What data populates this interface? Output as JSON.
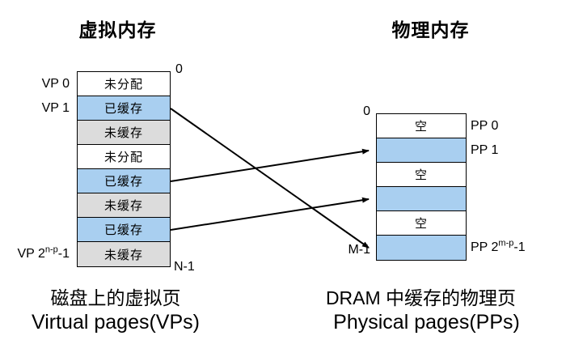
{
  "virtual": {
    "title": "虚拟内存",
    "addr_top": "0",
    "addr_bottom": "N-1",
    "row_labels": {
      "vp0": "VP 0",
      "vp1": "VP 1",
      "vp_last": {
        "prefix": "VP 2",
        "sup": "n-p",
        "suffix": "-1"
      }
    },
    "rows": [
      {
        "text": "未分配",
        "state": "unallocated"
      },
      {
        "text": "已缓存",
        "state": "cached"
      },
      {
        "text": "未缓存",
        "state": "uncached"
      },
      {
        "text": "未分配",
        "state": "unallocated"
      },
      {
        "text": "已缓存",
        "state": "cached"
      },
      {
        "text": "未缓存",
        "state": "uncached"
      },
      {
        "text": "已缓存",
        "state": "cached"
      },
      {
        "text": "未缓存",
        "state": "uncached"
      }
    ],
    "caption_cn": "磁盘上的虚拟页",
    "caption_en": "Virtual pages(VPs)"
  },
  "physical": {
    "title": "物理内存",
    "addr_top": "0",
    "addr_bottom": "M-1",
    "row_labels": {
      "pp0": "PP 0",
      "pp1": "PP 1",
      "pp_last": {
        "prefix": "PP 2",
        "sup": "m-p",
        "suffix": "-1"
      }
    },
    "rows": [
      {
        "text": "空",
        "state": "empty"
      },
      {
        "text": "",
        "state": "cached"
      },
      {
        "text": "空",
        "state": "empty"
      },
      {
        "text": "",
        "state": "cached"
      },
      {
        "text": "空",
        "state": "empty"
      },
      {
        "text": "",
        "state": "cached"
      }
    ],
    "caption_cn": "DRAM 中缓存的物理页",
    "caption_en": "Physical pages(PPs)"
  },
  "arrows": [
    {
      "from": "VP 1 (已缓存)",
      "to": "PP 2m-p-1"
    },
    {
      "from": "VP row 4 (已缓存)",
      "to": "PP 1"
    },
    {
      "from": "VP row 6 (已缓存)",
      "to": "PP row 3"
    }
  ],
  "colors": {
    "cached_blue": "#A9CFF0",
    "uncached_gray": "#DCDCDC",
    "unallocated_white": "#FFFFFF",
    "line": "#000000"
  }
}
